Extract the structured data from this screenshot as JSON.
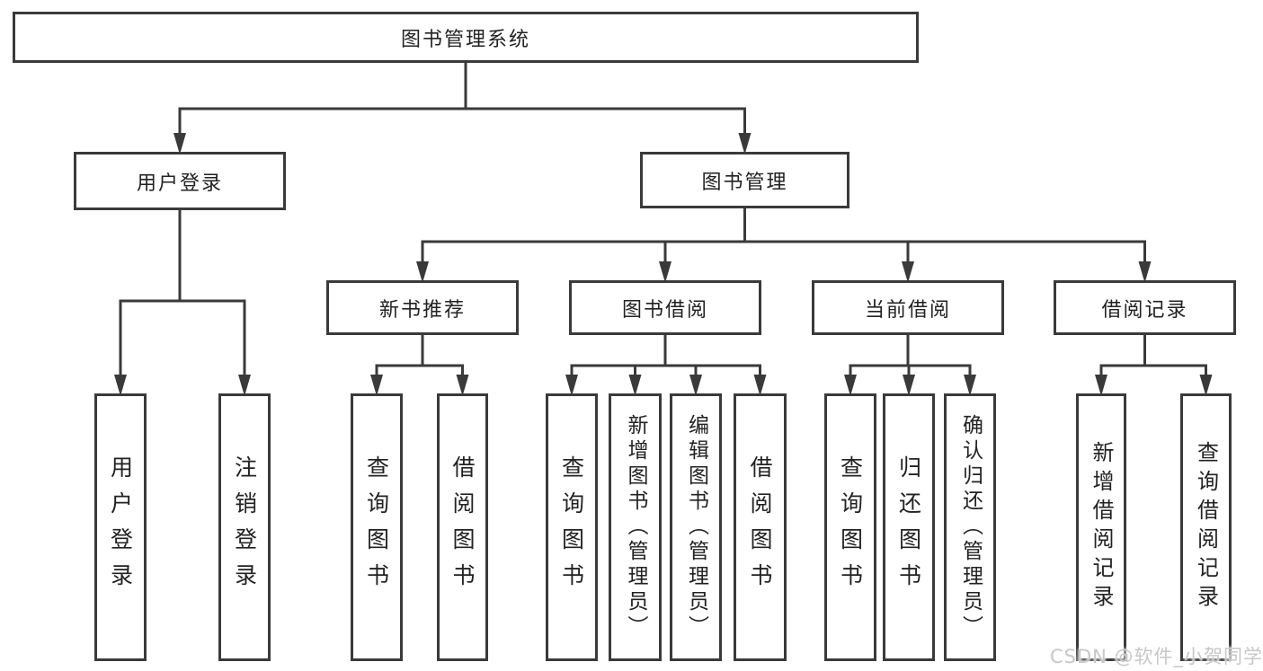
{
  "colors": {
    "line": "#3a3a3a",
    "box_border": "#3a3a3a",
    "text": "#222222",
    "background": "#ffffff",
    "watermark": "#c7c7c7"
  },
  "watermark": {
    "text": "CSDN @软件_小贺同学"
  },
  "tree": {
    "label": "图书管理系统",
    "children": [
      {
        "label": "用户登录",
        "children": [
          {
            "label": "用户登录"
          },
          {
            "label": "注销登录"
          }
        ]
      },
      {
        "label": "图书管理",
        "children": [
          {
            "label": "新书推荐",
            "children": [
              {
                "label": "查询图书"
              },
              {
                "label": "借阅图书"
              }
            ]
          },
          {
            "label": "图书借阅",
            "children": [
              {
                "label": "查询图书"
              },
              {
                "label": "新增图书（管理员）"
              },
              {
                "label": "编辑图书（管理员）"
              },
              {
                "label": "借阅图书"
              }
            ]
          },
          {
            "label": "当前借阅",
            "children": [
              {
                "label": "查询图书"
              },
              {
                "label": "归还图书"
              },
              {
                "label": "确认归还（管理员）"
              }
            ]
          },
          {
            "label": "借阅记录",
            "children": [
              {
                "label": "新增借阅记录"
              },
              {
                "label": "查询借阅记录"
              }
            ]
          }
        ]
      }
    ]
  }
}
